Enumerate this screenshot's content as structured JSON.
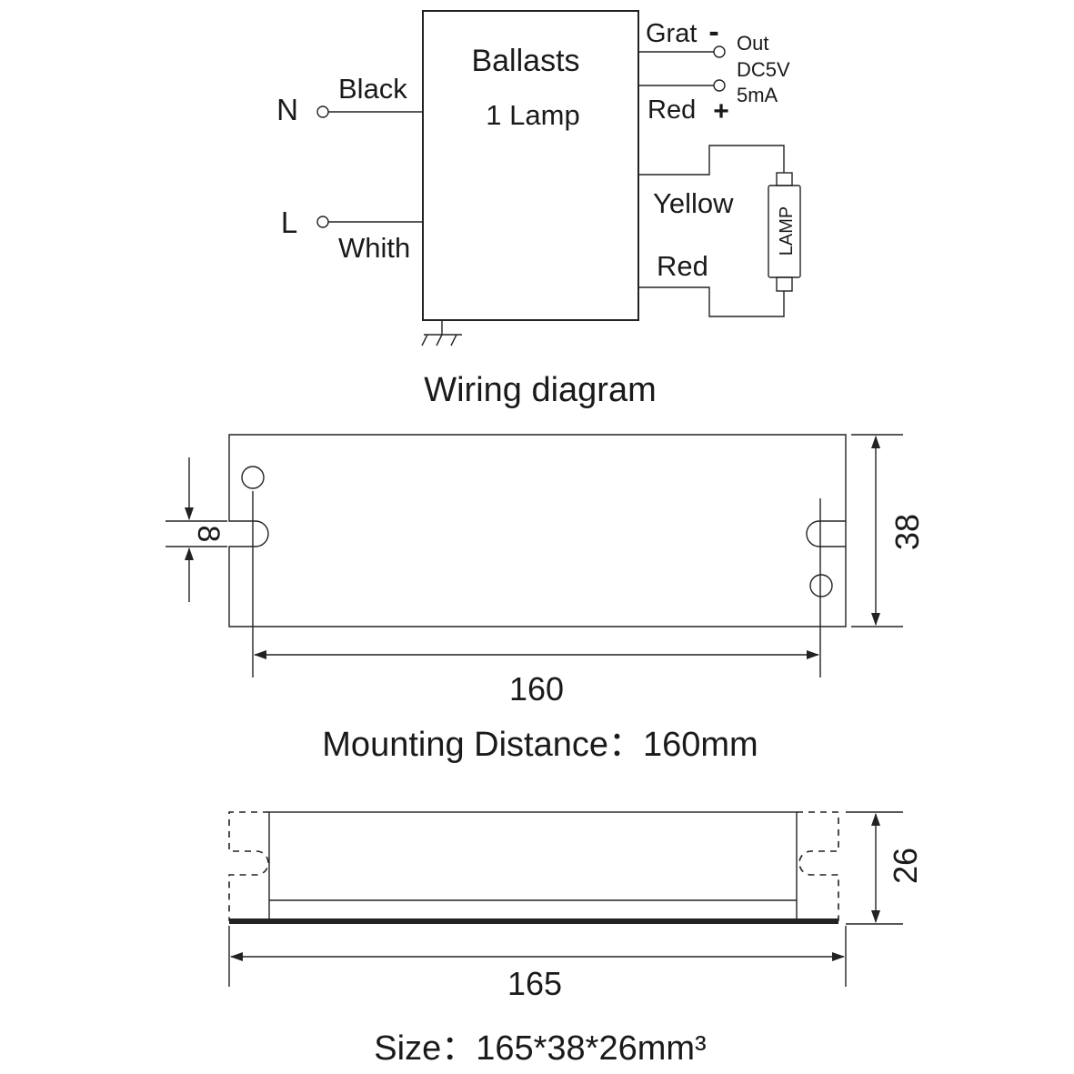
{
  "wiring": {
    "ballast_title": "Ballasts",
    "ballast_subtitle": "1 Lamp",
    "neutral_label": "N",
    "live_label": "L",
    "black_wire": "Black",
    "white_wire": "Whith",
    "grat_wire": "Grat",
    "minus_sign": "-",
    "red_out_wire": "Red",
    "plus_sign": "+",
    "out_label": "Out",
    "voltage_label": "DC5V",
    "current_label": "5mA",
    "yellow_wire": "Yellow",
    "red_lamp_wire": "Red",
    "lamp_label": "LAMP",
    "caption": "Wiring diagram"
  },
  "mounting": {
    "dim_slot": "8",
    "dim_height": "38",
    "dim_mount": "160",
    "caption": "Mounting  Distance：160mm"
  },
  "size": {
    "dim_height": "26",
    "dim_length": "165",
    "caption": "Size：165*38*26mm³"
  }
}
